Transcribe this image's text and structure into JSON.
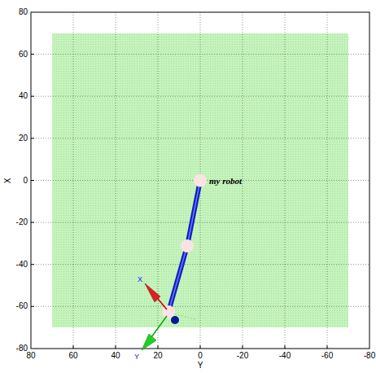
{
  "diagram": {
    "labels": [
      "80",
      "60",
      "40",
      "20",
      "0",
      "-20",
      "-40",
      "-60",
      "-80",
      "80",
      "60",
      "40",
      "20",
      "0",
      "-20",
      "-40",
      "-60",
      "-80",
      "X",
      "Y",
      "my robot",
      "X",
      "Y"
    ]
  }
}
